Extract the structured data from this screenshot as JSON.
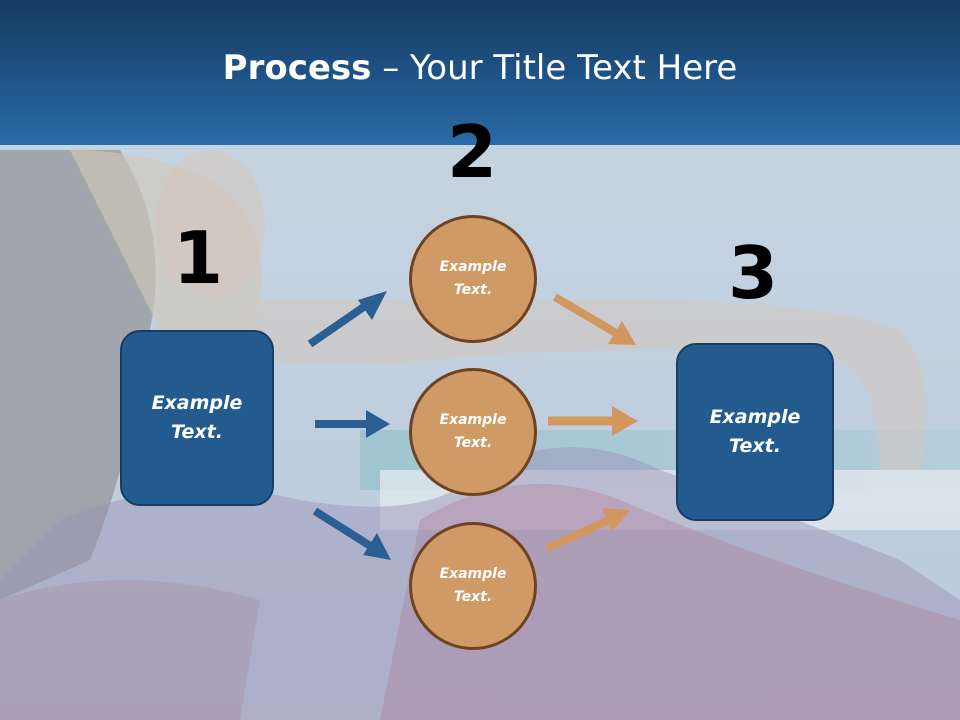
{
  "title": {
    "bold": "Process",
    "dash": " – ",
    "rest": "Your Title Text Here"
  },
  "steps": [
    {
      "number": "1",
      "text": "Example Text."
    },
    {
      "number": "2",
      "texts": [
        "Example Text.",
        "Example Text.",
        "Example Text."
      ]
    },
    {
      "number": "3",
      "text": "Example Text."
    }
  ],
  "colors": {
    "header": "#1f5488",
    "box_fill": "#245b8f",
    "circle_fill": "#cf9a66",
    "circle_border": "#6f4322",
    "arrow_blue": "#2a5f93",
    "arrow_orange": "#d2975f"
  }
}
